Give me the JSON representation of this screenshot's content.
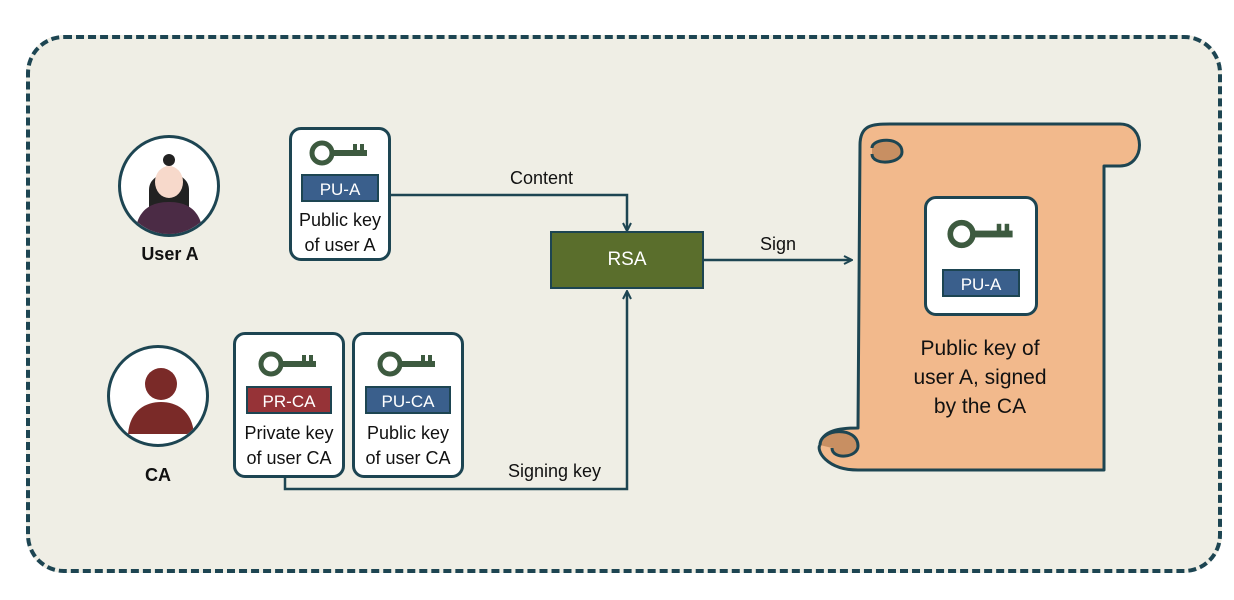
{
  "users": {
    "user_a": {
      "label": "User A"
    },
    "ca": {
      "label": "CA"
    }
  },
  "cards": {
    "pu_a": {
      "badge": "PU-A",
      "text": "Public key\nof user A"
    },
    "pr_ca": {
      "badge": "PR-CA",
      "text": "Private key\nof user CA"
    },
    "pu_ca": {
      "badge": "PU-CA",
      "text": "Public key\nof user CA"
    }
  },
  "rsa": {
    "label": "RSA"
  },
  "edges": {
    "content": "Content",
    "signing_key": "Signing key",
    "sign": "Sign"
  },
  "certificate": {
    "badge": "PU-A",
    "text": "Public key of\nuser A, signed\nby the CA"
  },
  "colors": {
    "frame_border": "#1d4552",
    "background": "#efeee5",
    "key_green": "#3d5a3f",
    "badge_blue": "#3a5f8c",
    "badge_red": "#963337",
    "rsa_green": "#5a6e2c",
    "scroll_fill": "#f2b98c"
  }
}
